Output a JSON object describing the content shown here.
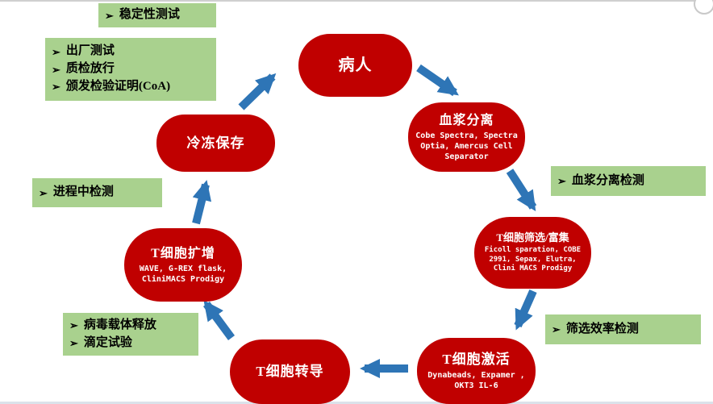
{
  "diagram": {
    "bullet_glyph": "➢",
    "nodes": {
      "patient": {
        "label": "病人"
      },
      "plasma": {
        "label": "血浆分离",
        "sub": "Cobe Spectra, Spectra Optia, Amercus Cell Separator"
      },
      "screening": {
        "label": "T细胞筛选/富集",
        "sub": "Ficoll sparation, COBE 2991, Sepax, Elutra, Clini MACS Prodigy"
      },
      "activation": {
        "label": "T细胞激活",
        "sub": "Dynabeads, Expamer , OKT3 IL-6"
      },
      "transduction": {
        "label": "T细胞转导"
      },
      "expansion": {
        "label": "T细胞扩增",
        "sub": "WAVE, G-REX flask, CliniMACS Prodigy"
      },
      "cryo": {
        "label": "冷冻保存"
      }
    },
    "callouts": {
      "stability": {
        "items": [
          "稳定性测试"
        ]
      },
      "release": {
        "items": [
          "出厂测试",
          "质检放行",
          "颁发检验证明(CoA)"
        ]
      },
      "in_process": {
        "items": [
          "进程中检测"
        ]
      },
      "plasma_test": {
        "items": [
          "血浆分离检测"
        ]
      },
      "screening_test": {
        "items": [
          "筛选效率检测"
        ]
      },
      "vector": {
        "items": [
          "病毒载体释放",
          "滴定试验"
        ]
      }
    },
    "edges": [
      {
        "from": "冷冻保存",
        "to": "病人"
      },
      {
        "from": "病人",
        "to": "血浆分离"
      },
      {
        "from": "血浆分离",
        "to": "T细胞筛选/富集"
      },
      {
        "from": "T细胞筛选/富集",
        "to": "T细胞激活"
      },
      {
        "from": "T细胞激活",
        "to": "T细胞转导"
      },
      {
        "from": "T细胞转导",
        "to": "T细胞扩增"
      },
      {
        "from": "T细胞扩增",
        "to": "冷冻保存"
      }
    ],
    "colors": {
      "node": "#c00000",
      "callout": "#a9d18e",
      "arrow": "#2e75b6"
    }
  }
}
